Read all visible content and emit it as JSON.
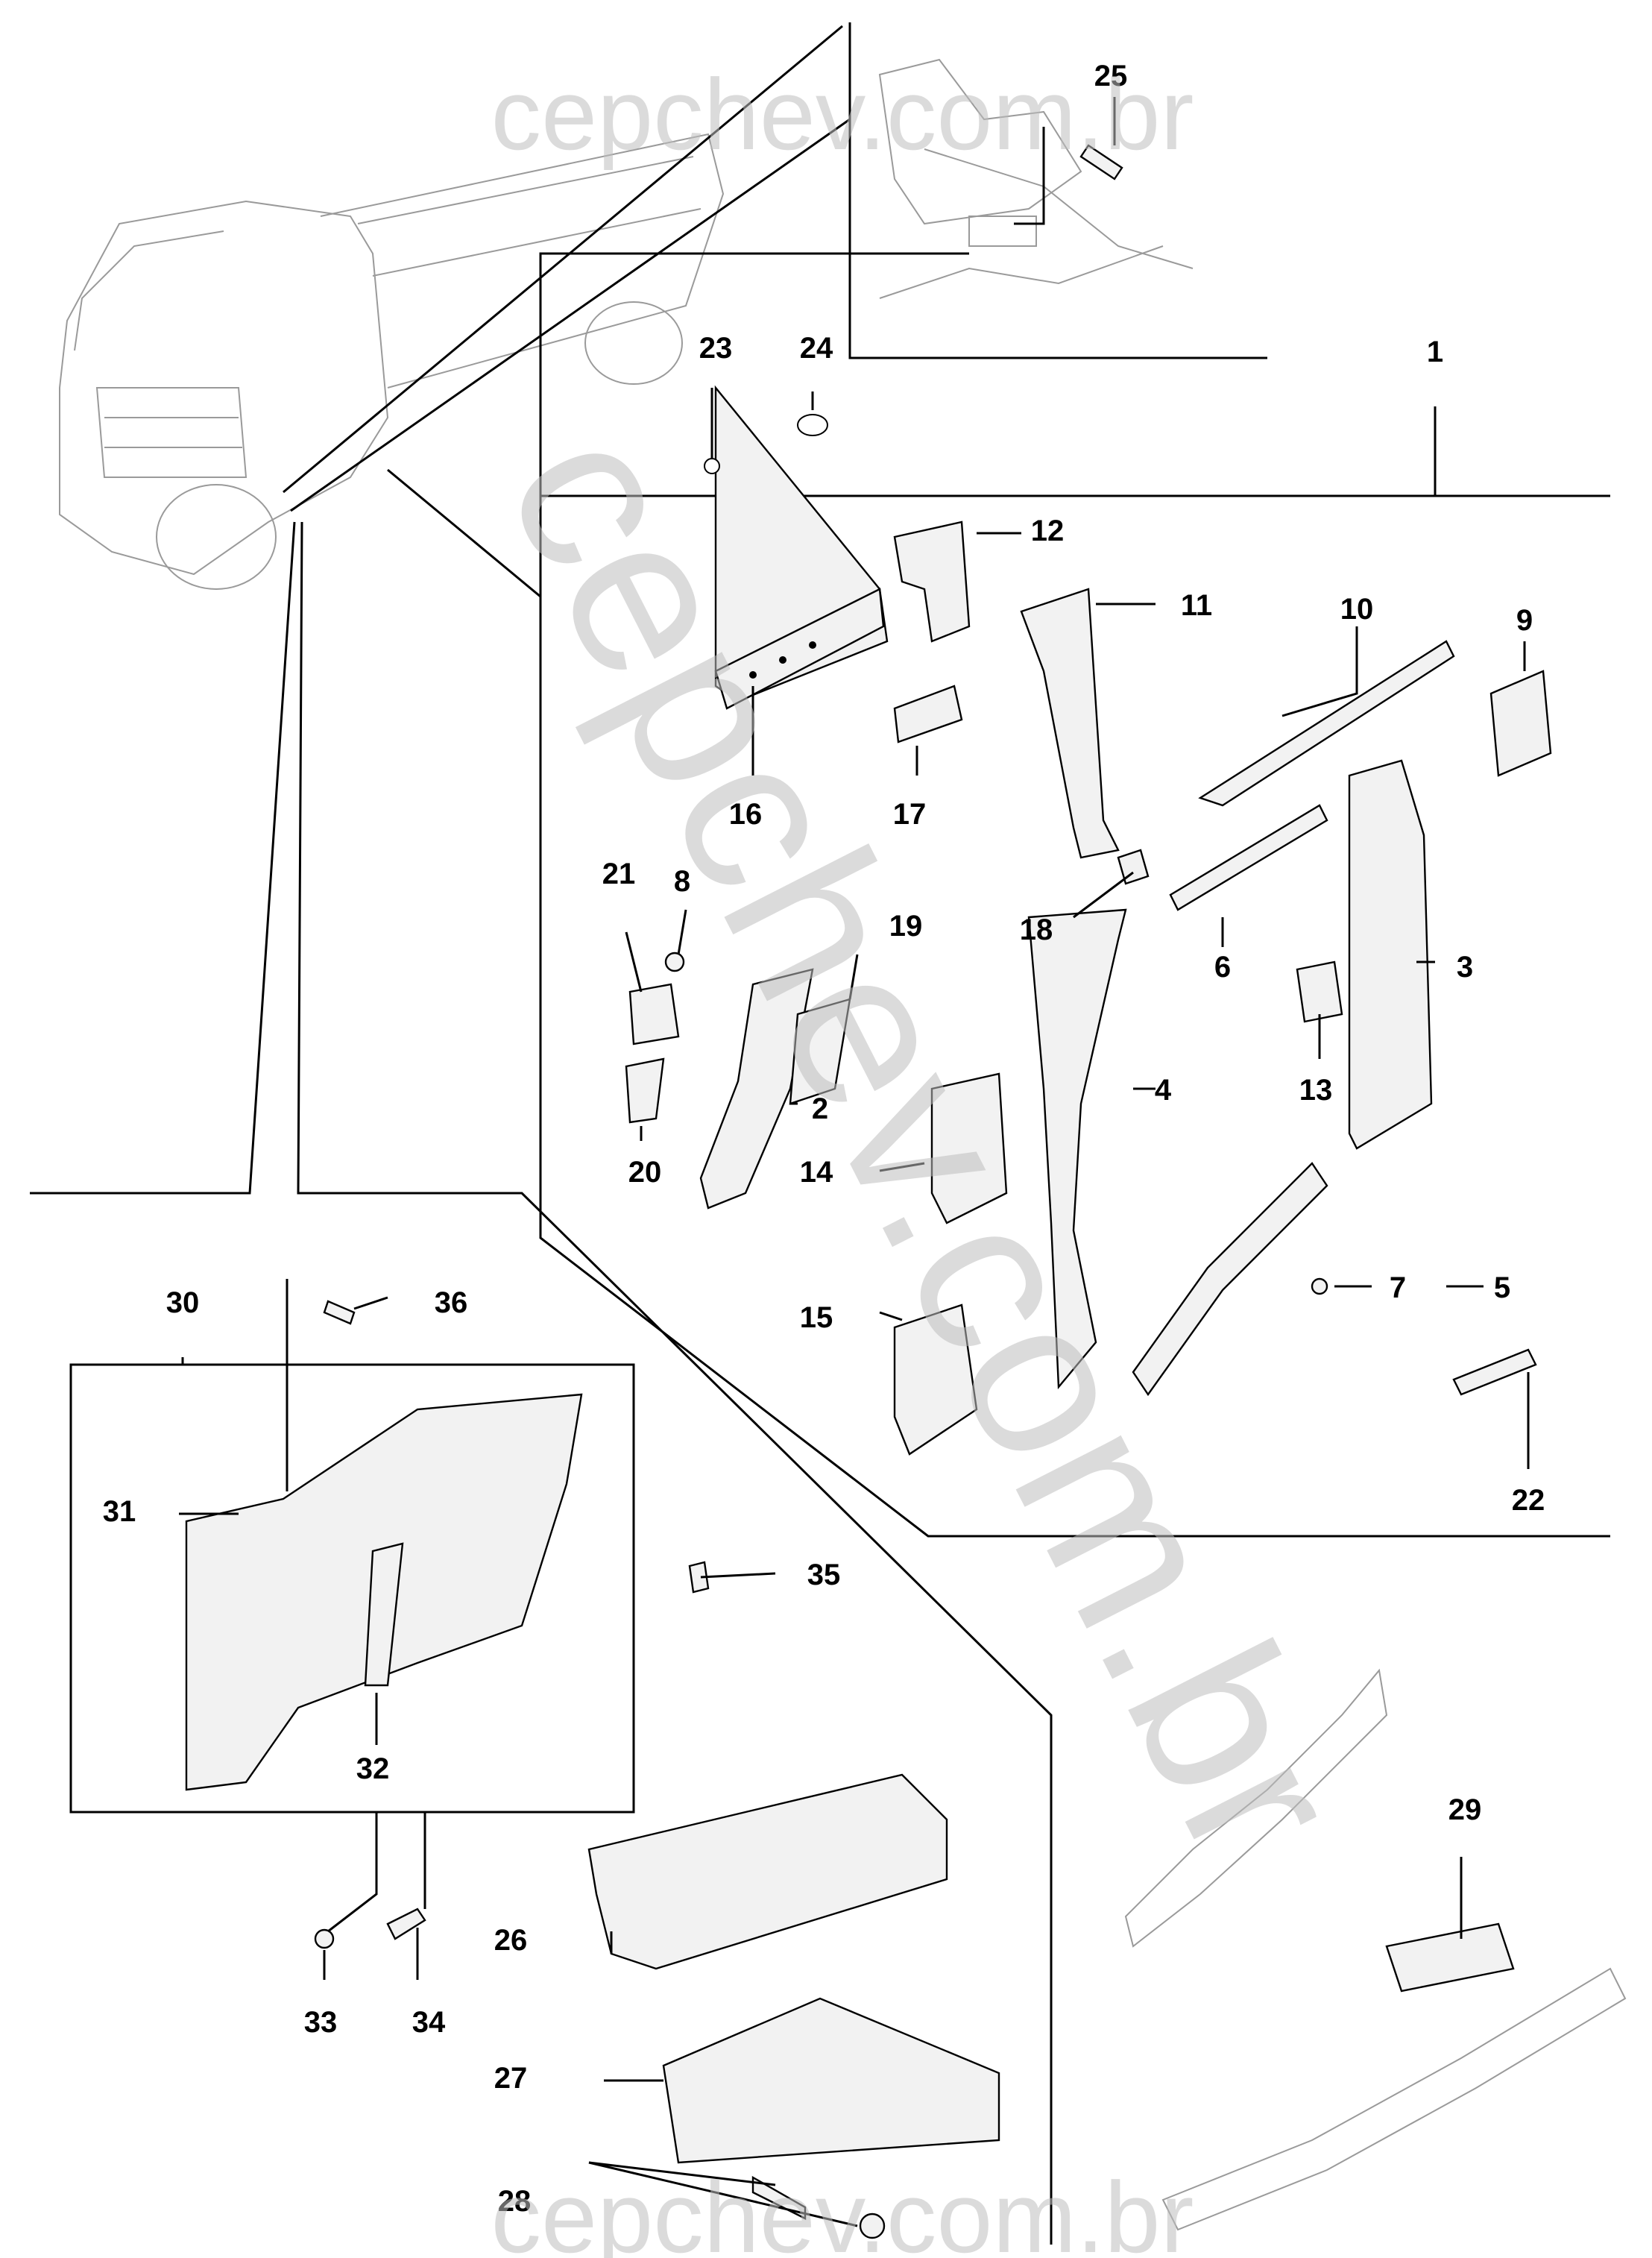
{
  "watermark": {
    "top": "cepchev.com.br",
    "bottom": "cepchev.com.br",
    "diagonal": "cepchev.com.br"
  },
  "callouts": [
    "1",
    "2",
    "3",
    "4",
    "5",
    "6",
    "7",
    "8",
    "9",
    "10",
    "11",
    "12",
    "13",
    "14",
    "15",
    "16",
    "17",
    "18",
    "19",
    "20",
    "21",
    "22",
    "23",
    "24",
    "25",
    "26",
    "27",
    "28",
    "29",
    "30",
    "31",
    "32",
    "33",
    "34",
    "35",
    "36"
  ],
  "colors": {
    "line": "#000000",
    "part_fill": "#f2f2f2",
    "ghost": "#9a9a9a",
    "watermark": "#bdbdbd"
  }
}
